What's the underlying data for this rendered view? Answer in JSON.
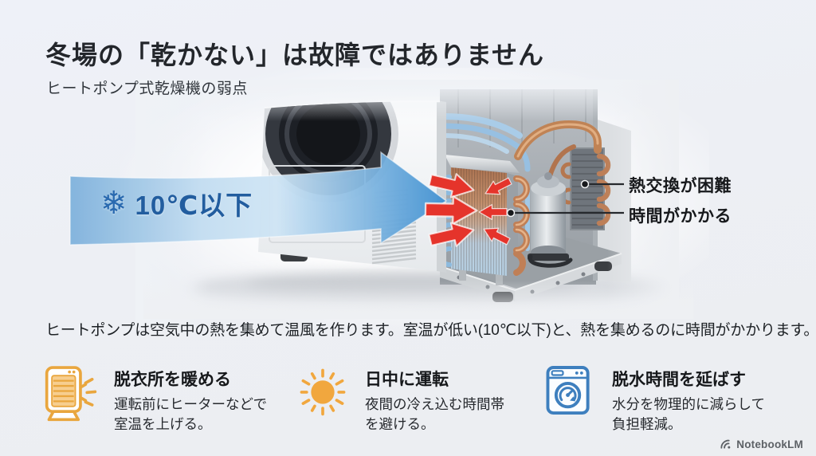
{
  "header": {
    "title": "冬場の「乾かない」は故障ではありません",
    "subtitle": "ヒートポンプ式乾燥機の弱点"
  },
  "diagram": {
    "airflow": {
      "icon_glyph": "❄",
      "label": "10℃以下"
    },
    "callouts": [
      {
        "label": "熱交換が困難"
      },
      {
        "label": "時間がかかる"
      }
    ]
  },
  "explanation": {
    "text": "ヒートポンプは空気中の熱を集めて温風を作ります。室温が低い(10℃以下)と、熱を集めるのに時間がかかります。"
  },
  "tips": [
    {
      "icon": "heater-icon",
      "title": "脱衣所を暖める",
      "description": "運転前にヒーターなどで\n室温を上げる。"
    },
    {
      "icon": "sun-icon",
      "title": "日中に運転",
      "description": "夜間の冷え込む時間帯\nを避ける。"
    },
    {
      "icon": "washer-spin-icon",
      "title": "脱水時間を延ばす",
      "description": "水分を物理的に減らして\n負担軽減。"
    }
  ],
  "watermark": {
    "label": "NotebookLM"
  },
  "colors": {
    "cold_air_blue": "#3f90d1",
    "cold_text_blue": "#225d9f",
    "warning_red": "#e5342b",
    "tip_orange": "#E9A63E",
    "tip_blue": "#3E7FBE",
    "title_dark": "#23262b"
  }
}
